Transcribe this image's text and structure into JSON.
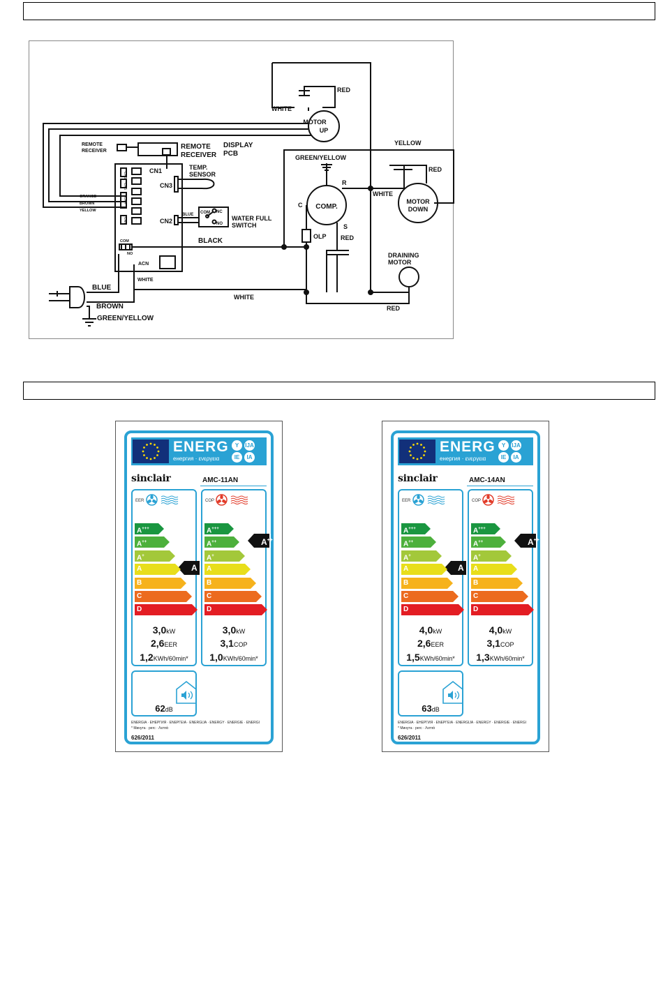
{
  "wiring": {
    "motor_up": [
      "MOTOR",
      "UP"
    ],
    "motor_down": [
      "MOTOR",
      "DOWN"
    ],
    "comp": "COMP.",
    "draining_motor": [
      "DRAINING",
      "MOTOR"
    ],
    "remote_receiver_small": [
      "REMOTE",
      "RECEIVER"
    ],
    "remote_receiver_big": [
      "REMOTE",
      "RECEIVER"
    ],
    "display_pcb": [
      "DISPLAY",
      "PCB"
    ],
    "temp_sensor": [
      "TEMP.",
      "SENSOR"
    ],
    "water_full_switch": [
      "WATER FULL",
      "SWITCH"
    ],
    "cn1": "CN1",
    "cn2": "CN2",
    "cn3": "CN3",
    "com": "COM",
    "nc": "NC",
    "no": "NO",
    "board_com": "COM",
    "board_no": "NO",
    "acn": "ACN",
    "olp": "OLP",
    "c": "C",
    "r": "R",
    "s": "S",
    "red": "RED",
    "white": "WHITE",
    "yellow": "YELLOW",
    "green_yellow": "GREEN/YELLOW",
    "black": "BLACK",
    "blue": "BLUE",
    "brown": "BROWN",
    "orange": "ORANGE",
    "brown_small": "BROWN",
    "yellow_small": "YELLOW",
    "blue_small": "BLUE",
    "board_ports": [
      "CN6",
      "CN5",
      "CN4",
      "CN7"
    ]
  },
  "labels": [
    {
      "header": {
        "title": "ENERG",
        "subtitle": "енергия · ενεργεια",
        "badges": [
          "Y",
          "IJA",
          "IE",
          "IA"
        ]
      },
      "brand": "sinclair",
      "model": "AMC-11AN",
      "cooling": {
        "key": "EER",
        "rating": "A",
        "power": "3,0",
        "power_unit": "kW",
        "efficiency": "2,6",
        "efficiency_unit": "EER",
        "consumption": "1,2",
        "consumption_unit": "KWh/60min*"
      },
      "heating": {
        "key": "COP",
        "rating": "A",
        "rating_sup": "++",
        "power": "3,0",
        "power_unit": "kW",
        "efficiency": "3,1",
        "efficiency_unit": "COP",
        "consumption": "1,0",
        "consumption_unit": "KWh/60min*"
      },
      "noise": {
        "value": "62",
        "unit": "dB"
      },
      "footer": [
        "ENERGIA · ЕНЕРГИЯ · ΕΝΕΡΓΕΙΑ · ENERGIJA · ENERGY · ENERGIE · ENERGI",
        "* Минута · perc · Λεπτά",
        "626/2011"
      ]
    },
    {
      "header": {
        "title": "ENERG",
        "subtitle": "енергия · ενεργεια",
        "badges": [
          "Y",
          "IJA",
          "IE",
          "IA"
        ]
      },
      "brand": "sinclair",
      "model": "AMC-14AN",
      "cooling": {
        "key": "EER",
        "rating": "A",
        "power": "4,0",
        "power_unit": "kW",
        "efficiency": "2,6",
        "efficiency_unit": "EER",
        "consumption": "1,5",
        "consumption_unit": "KWh/60min*"
      },
      "heating": {
        "key": "COP",
        "rating": "A",
        "rating_sup": "++",
        "power": "4,0",
        "power_unit": "kW",
        "efficiency": "3,1",
        "efficiency_unit": "COP",
        "consumption": "1,3",
        "consumption_unit": "KWh/60min*"
      },
      "noise": {
        "value": "63",
        "unit": "dB"
      },
      "footer": [
        "ENERGIA · ЕНЕРГИЯ · ΕΝΕΡΓΕΙΑ · ENERGIJA · ENERGY · ENERGIE · ENERGI",
        "* Минута · perc · Λεπτά",
        "626/2011"
      ]
    }
  ],
  "scale": {
    "classes": [
      {
        "letter": "A",
        "sup": "+++",
        "color": "#1a9640"
      },
      {
        "letter": "A",
        "sup": "++",
        "color": "#4db03c"
      },
      {
        "letter": "A",
        "sup": "+",
        "color": "#a3c83a"
      },
      {
        "letter": "A",
        "sup": "",
        "color": "#e8de1b"
      },
      {
        "letter": "B",
        "sup": "",
        "color": "#f6b21c"
      },
      {
        "letter": "C",
        "sup": "",
        "color": "#ec6b1e"
      },
      {
        "letter": "D",
        "sup": "",
        "color": "#e31d23"
      }
    ]
  },
  "colors": {
    "accent_blue": "#2aa2d4",
    "flag_blue": "#12307a",
    "flag_star": "#ffdd00",
    "fan_red": "#e23c2a"
  }
}
